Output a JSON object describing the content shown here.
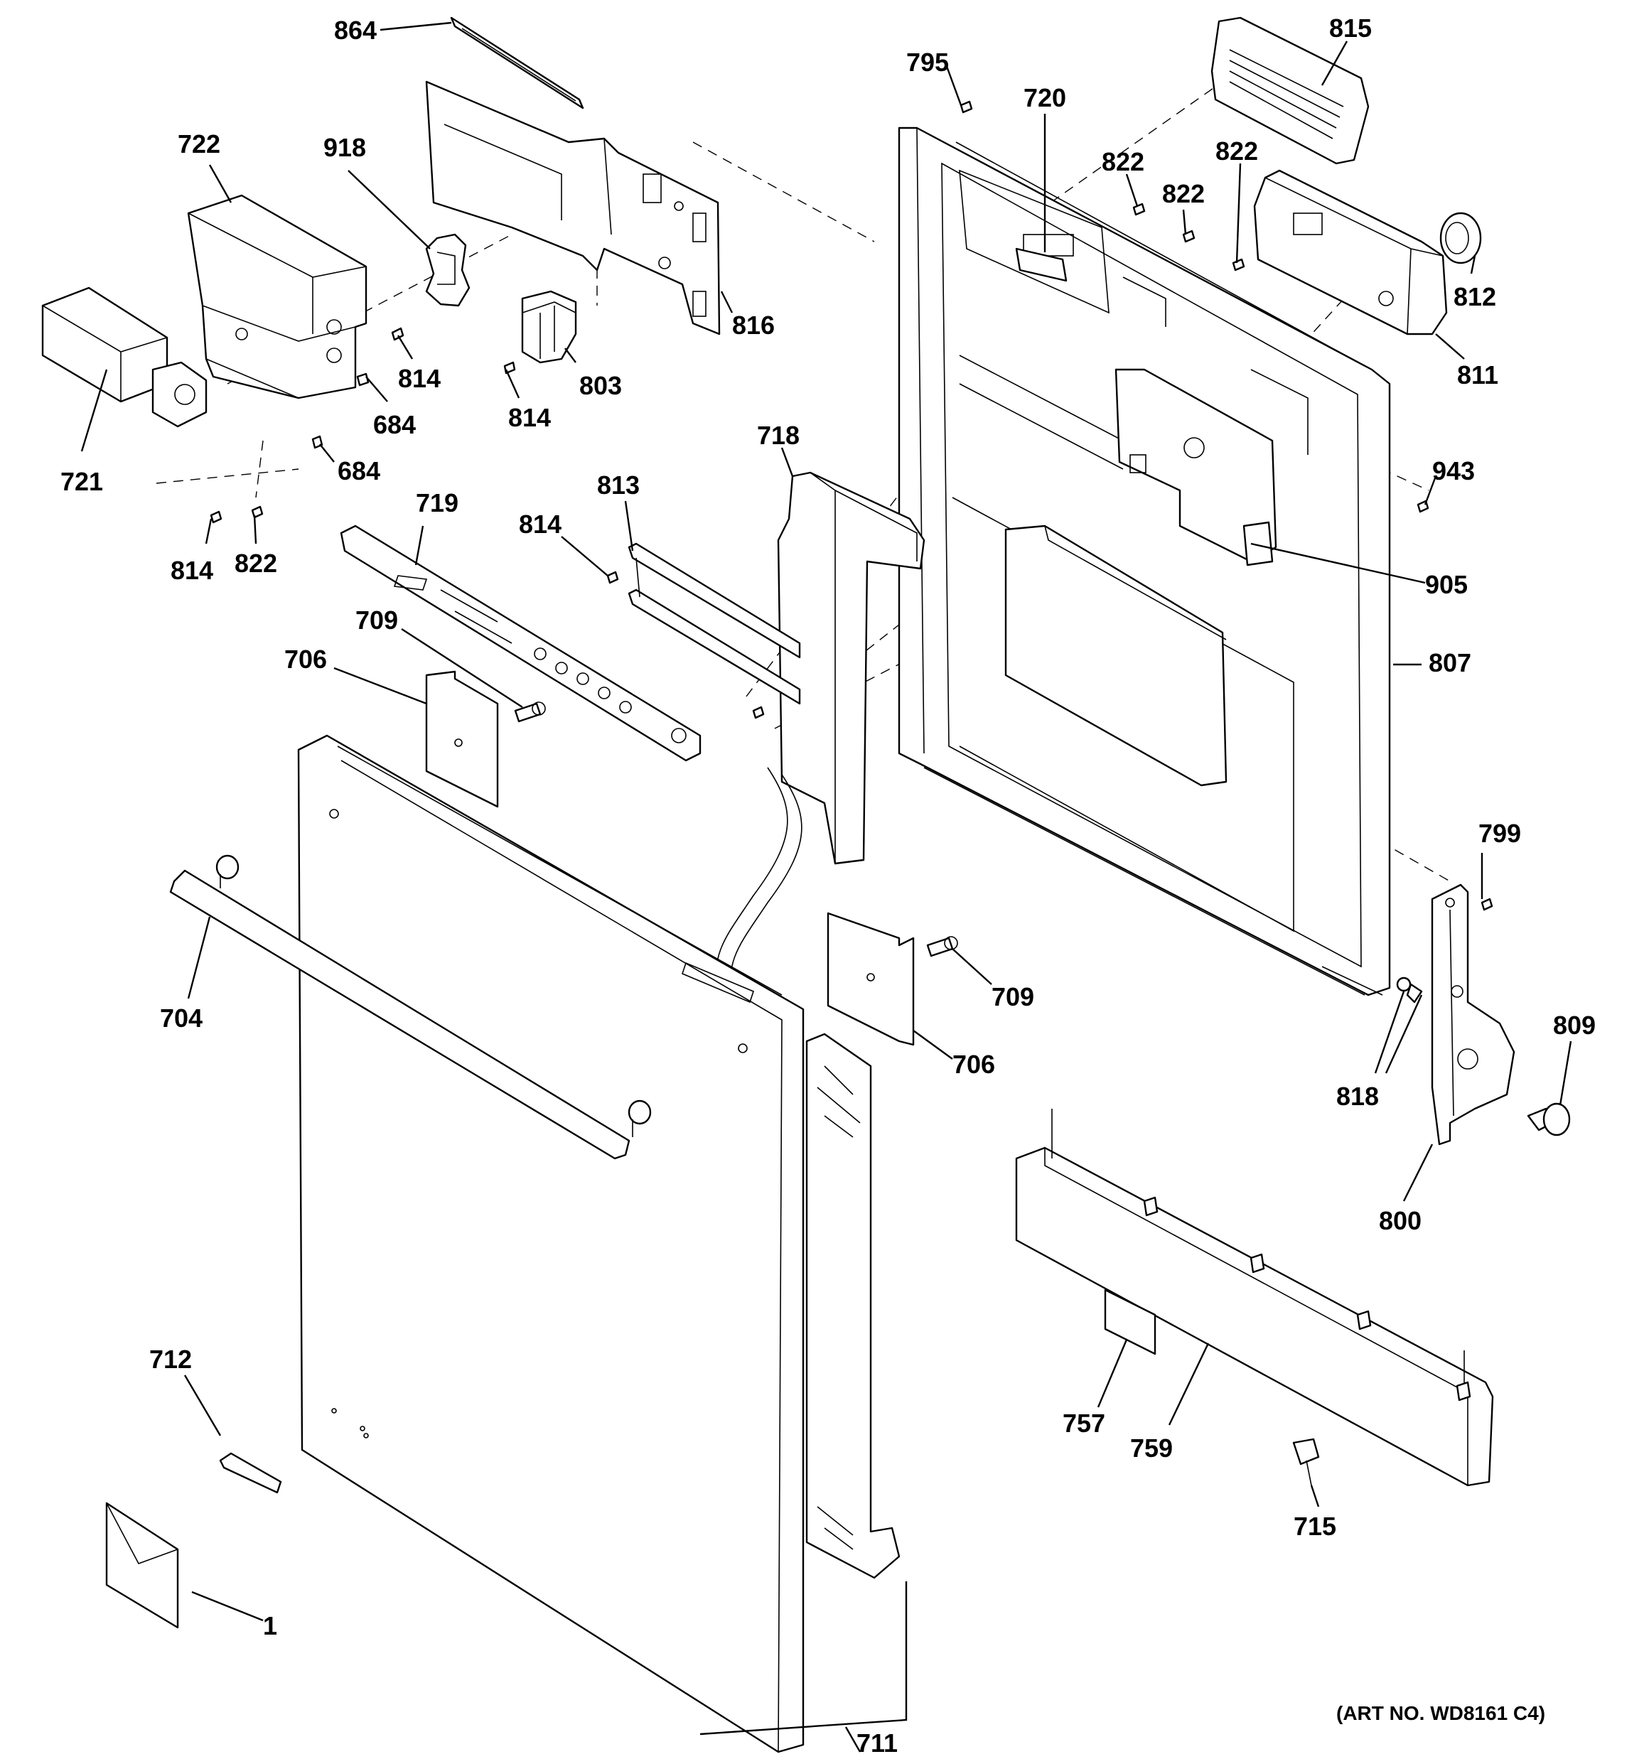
{
  "labels": {
    "l864": "864",
    "l815": "815",
    "l795": "795",
    "l720": "720",
    "l722": "722",
    "l918": "918",
    "l822a": "822",
    "l822b": "822",
    "l822c": "822",
    "l816": "816",
    "l812": "812",
    "l814a": "814",
    "l803": "803",
    "l684a": "684",
    "l811": "811",
    "l814b": "814",
    "l721": "721",
    "l684b": "684",
    "l718": "718",
    "l943": "943",
    "l719": "719",
    "l813": "813",
    "l814c": "814",
    "l905": "905",
    "l814d": "814",
    "l822d": "822",
    "l709a": "709",
    "l706a": "706",
    "l807": "807",
    "l799": "799",
    "l704": "704",
    "l709b": "709",
    "l706b": "706",
    "l809": "809",
    "l818": "818",
    "l800": "800",
    "l712": "712",
    "l757": "757",
    "l759": "759",
    "l715": "715",
    "l1": "1",
    "l711": "711"
  },
  "art_number": "(ART NO. WD8161 C4)"
}
